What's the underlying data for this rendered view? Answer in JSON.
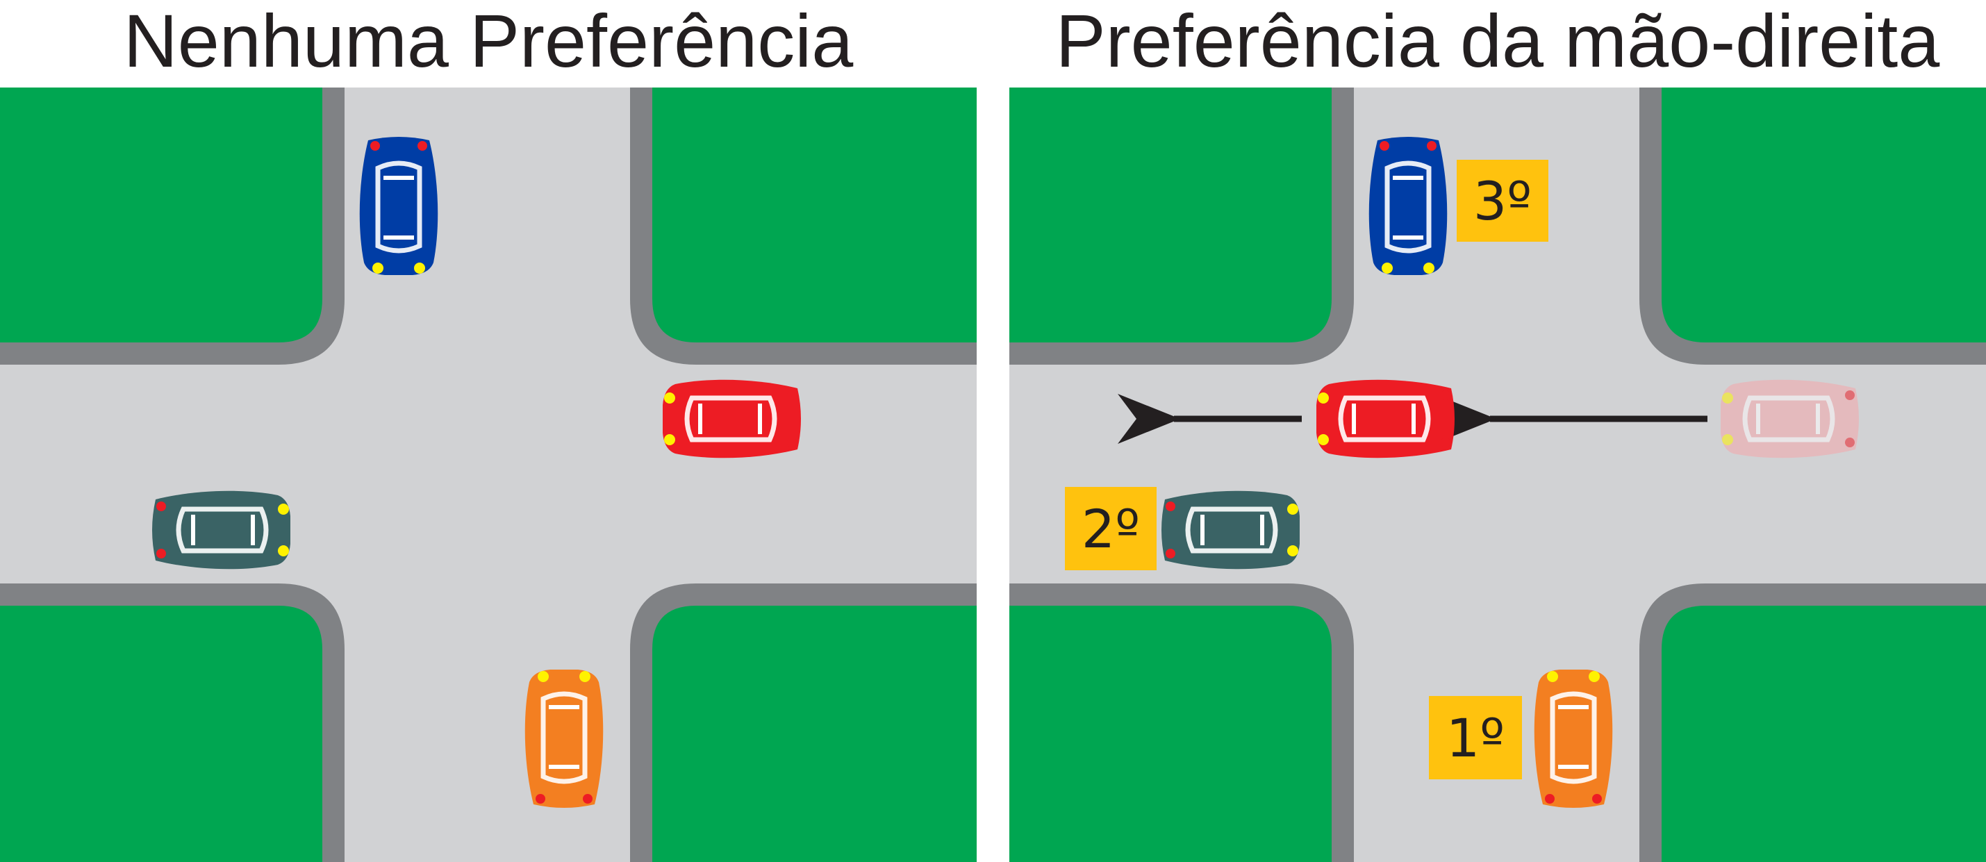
{
  "titles": {
    "left": "Nenhuma Preferência",
    "right": "Preferência da mão-direita"
  },
  "order_labels": {
    "first": "1º",
    "second": "2º",
    "third": "3º"
  },
  "colors": {
    "grass": "#00a651",
    "road": "#d1d2d4",
    "curb": "#808285",
    "label_bg": "#ffc20e",
    "car_blue": "#003da5",
    "car_red": "#ed1c24",
    "car_teal": "#3a6365",
    "car_orange": "#f37f21",
    "car_faded_red": "#f4a7ac",
    "arrow": "#231f20"
  }
}
